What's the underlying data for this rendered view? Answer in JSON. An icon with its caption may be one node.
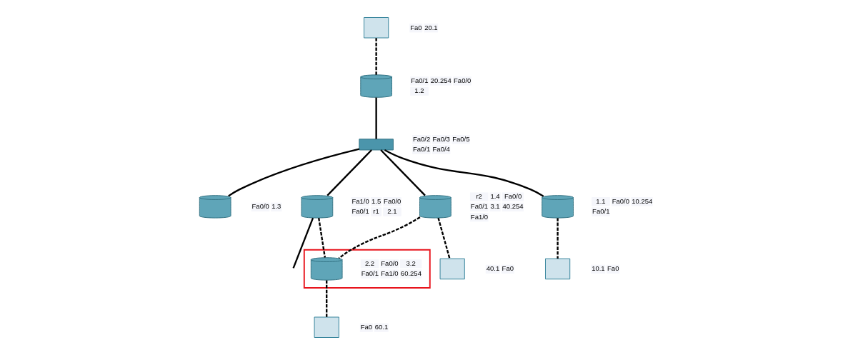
{
  "diagram": {
    "nodes": [
      {
        "text": [],
        "shape": "box",
        "beside": [
          "Fa0",
          "20.1"
        ]
      },
      {
        "text": [],
        "shape": "cylinder",
        "beside": [
          "Fa0/1",
          "20.254",
          "Fa0/0",
          "1.2"
        ]
      },
      {
        "text": [],
        "shape": "box",
        "beside": [
          "Fa0/2",
          "Fa0/3",
          "Fa0/5",
          "Fa0/1",
          "Fa0/4"
        ]
      },
      {
        "text": [],
        "shape": "cylinder",
        "beside": [
          "Fa0/0",
          "1.3"
        ]
      },
      {
        "text": [],
        "shape": "cylinder",
        "beside": [
          "Fa1/0",
          "1.5",
          "Fa0/0",
          "Fa0/1",
          "r1",
          "2.1"
        ]
      },
      {
        "text": [],
        "shape": "cylinder",
        "beside": [
          "1.1",
          "Fa0/0",
          "10.254",
          "Fa0/1"
        ]
      },
      {
        "text": [],
        "shape": "box",
        "beside": [
          "10.1",
          "Fa0"
        ]
      },
      {
        "text": [],
        "shape": "cylinder",
        "beside": [
          "r2",
          "1.4",
          "Fa0/0",
          "Fa0/1",
          "3.1",
          "40.254",
          "Fa1/0"
        ]
      },
      {
        "text": [],
        "shape": "box",
        "beside": [
          "40.1",
          "Fa0"
        ]
      },
      {
        "text": [],
        "shape": "box"
      },
      {
        "text": [],
        "shape": "cylinder",
        "in": 9,
        "beside": [
          "2.2",
          "Fa0/0",
          "3.2",
          "Fa0/1",
          "Fa1/0",
          "60.254"
        ]
      },
      {
        "text": [],
        "shape": "box",
        "beside": [
          "Fa0",
          "60.1"
        ]
      }
    ],
    "edges": [
      {
        "from": 0,
        "to": 1,
        "arrow": "none",
        "style": "dashed"
      },
      {
        "from": 1,
        "to": 2,
        "arrow": "none"
      },
      {
        "from": 2,
        "to": 3,
        "arrow": "none"
      },
      {
        "from": 2,
        "to": 4,
        "arrow": "none"
      },
      {
        "from": 4,
        "to": null,
        "arrow": "none"
      },
      {
        "from": 2,
        "to": 5,
        "arrow": "none"
      },
      {
        "from": 5,
        "to": 6,
        "arrow": "none",
        "style": "dashed"
      },
      {
        "from": 2,
        "to": 7,
        "arrow": "none"
      },
      {
        "from": 7,
        "to": 8,
        "arrow": "none",
        "style": "dashed"
      },
      {
        "from": 4,
        "to": 10,
        "arrow": "none",
        "style": "dashed"
      },
      {
        "from": 7,
        "to": 10,
        "arrow": "none",
        "style": "dashed"
      },
      {
        "from": 10,
        "to": 11,
        "arrow": "none",
        "style": "dashed"
      }
    ]
  }
}
